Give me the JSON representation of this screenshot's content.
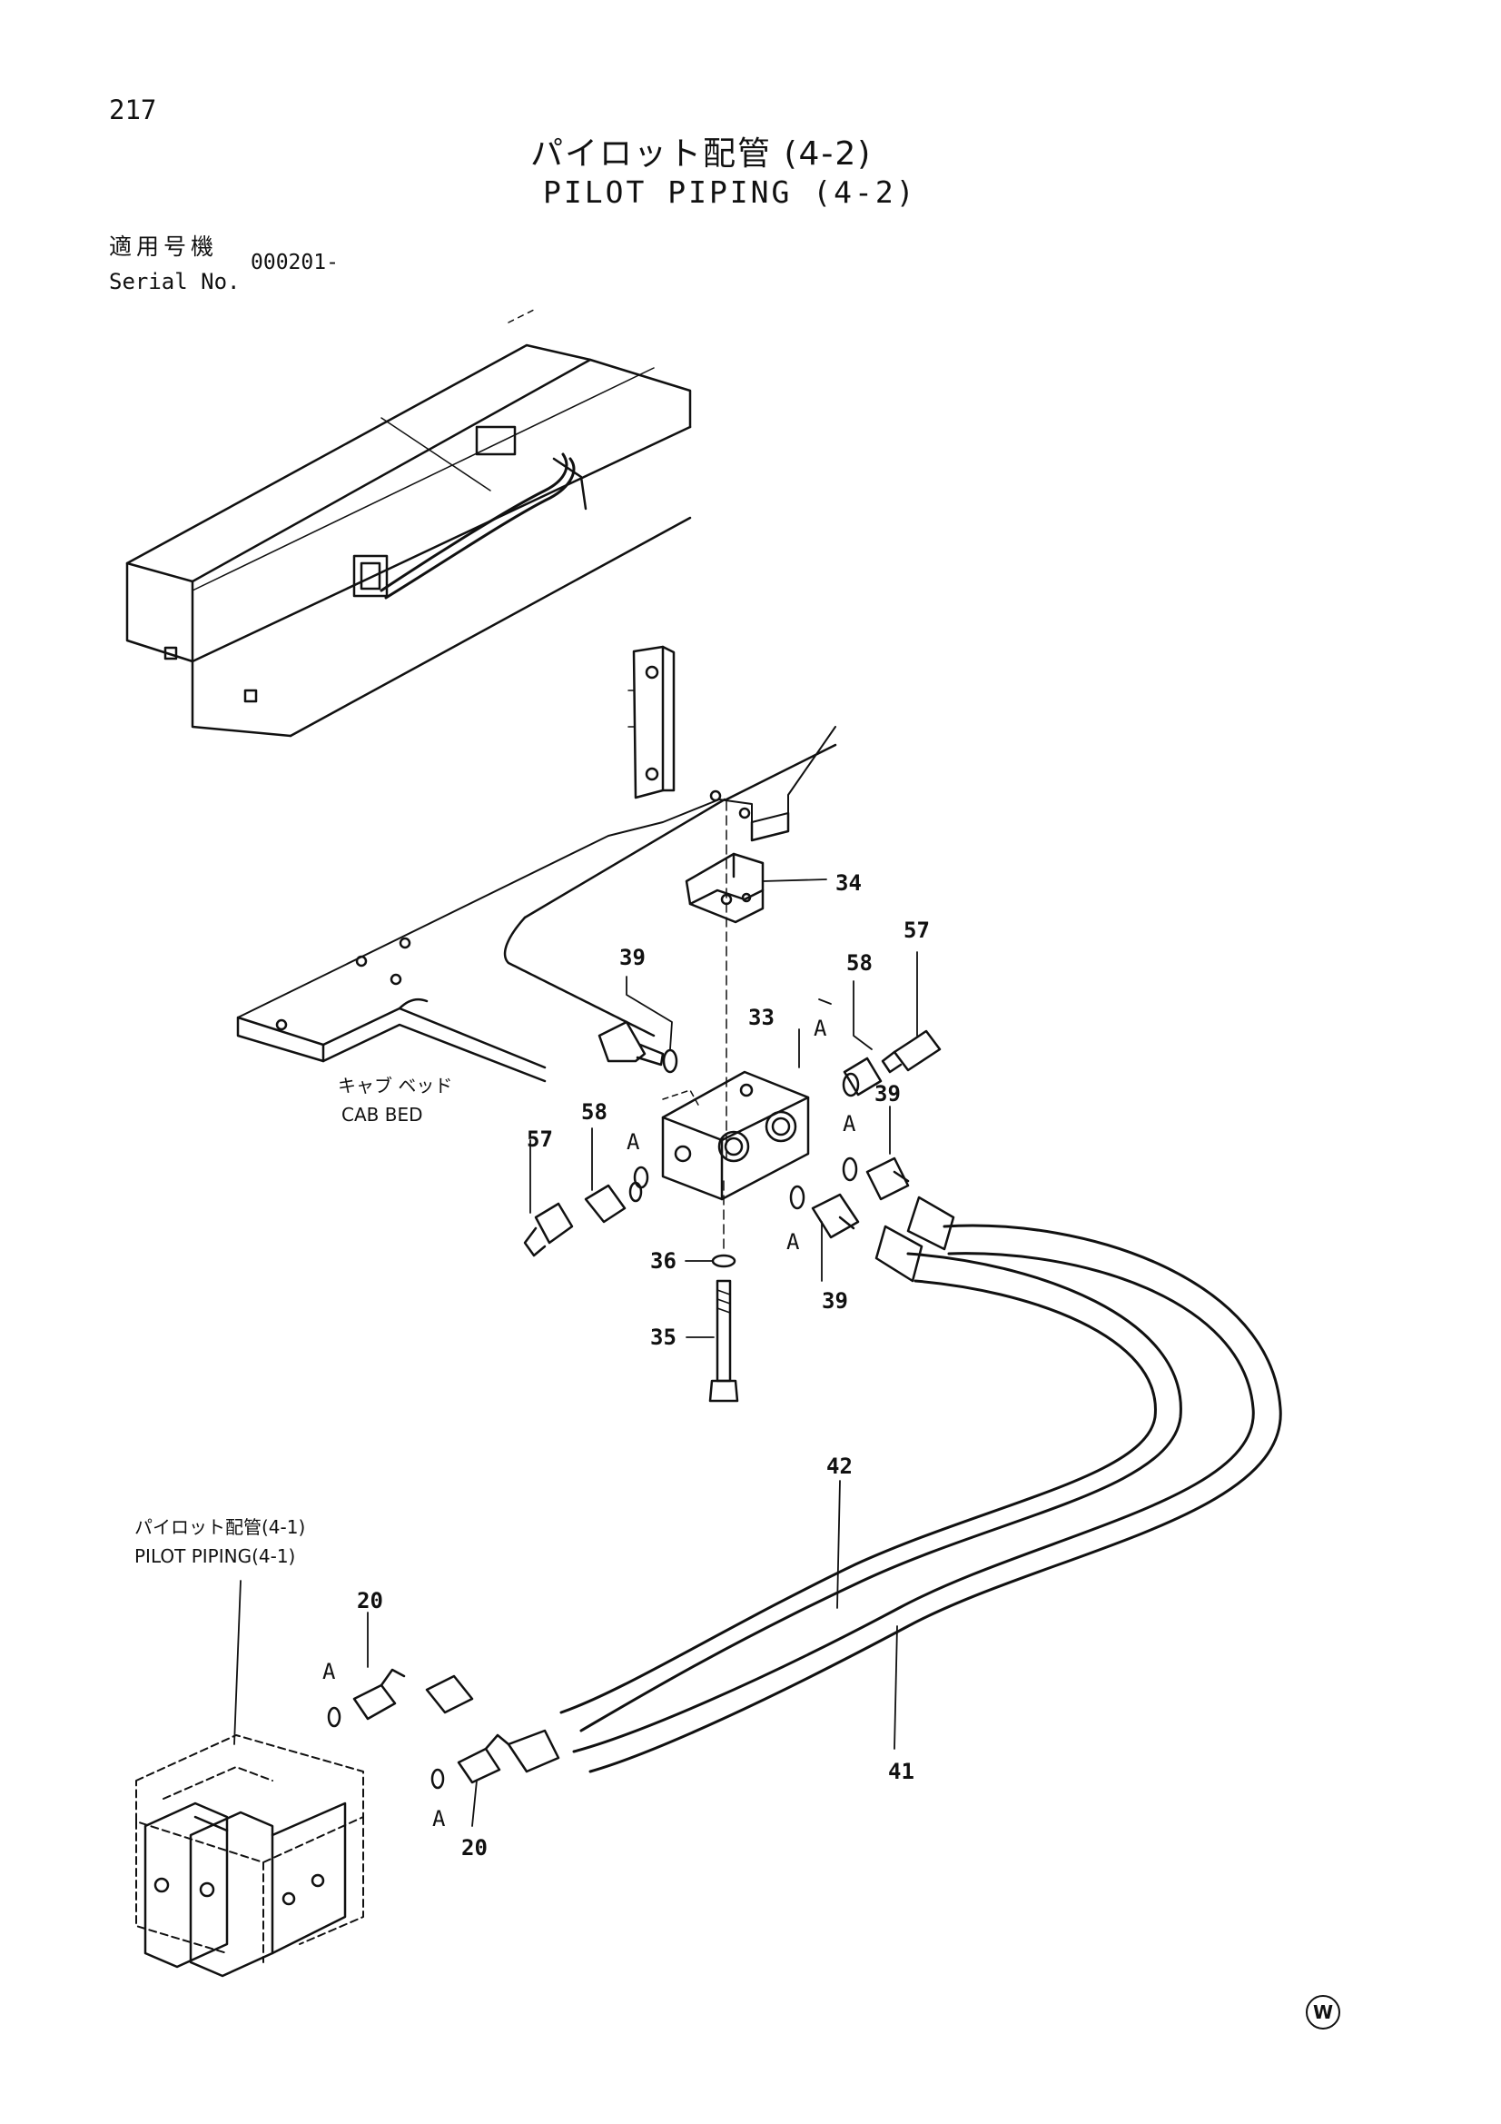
{
  "page_number": "217",
  "title": {
    "jp": "パイロット配管 (4-2)",
    "en": "PILOT PIPING (4-2)"
  },
  "serial": {
    "label_jp": "適用号機",
    "label_en": "Serial No.",
    "value": "000201-"
  },
  "diagram": {
    "labels": {
      "cab_bed_jp": "キャブ ベッド",
      "cab_bed_en": "CAB BED",
      "ref_jp": "パイロット配管(4-1)",
      "ref_en": "PILOT PIPING(4-1)"
    },
    "callouts": [
      "34",
      "57",
      "58",
      "39",
      "33",
      "A",
      "58",
      "57",
      "A",
      "39",
      "A",
      "36",
      "35",
      "39",
      "A",
      "42",
      "41",
      "20",
      "A",
      "A",
      "20"
    ]
  },
  "watermark": "W"
}
